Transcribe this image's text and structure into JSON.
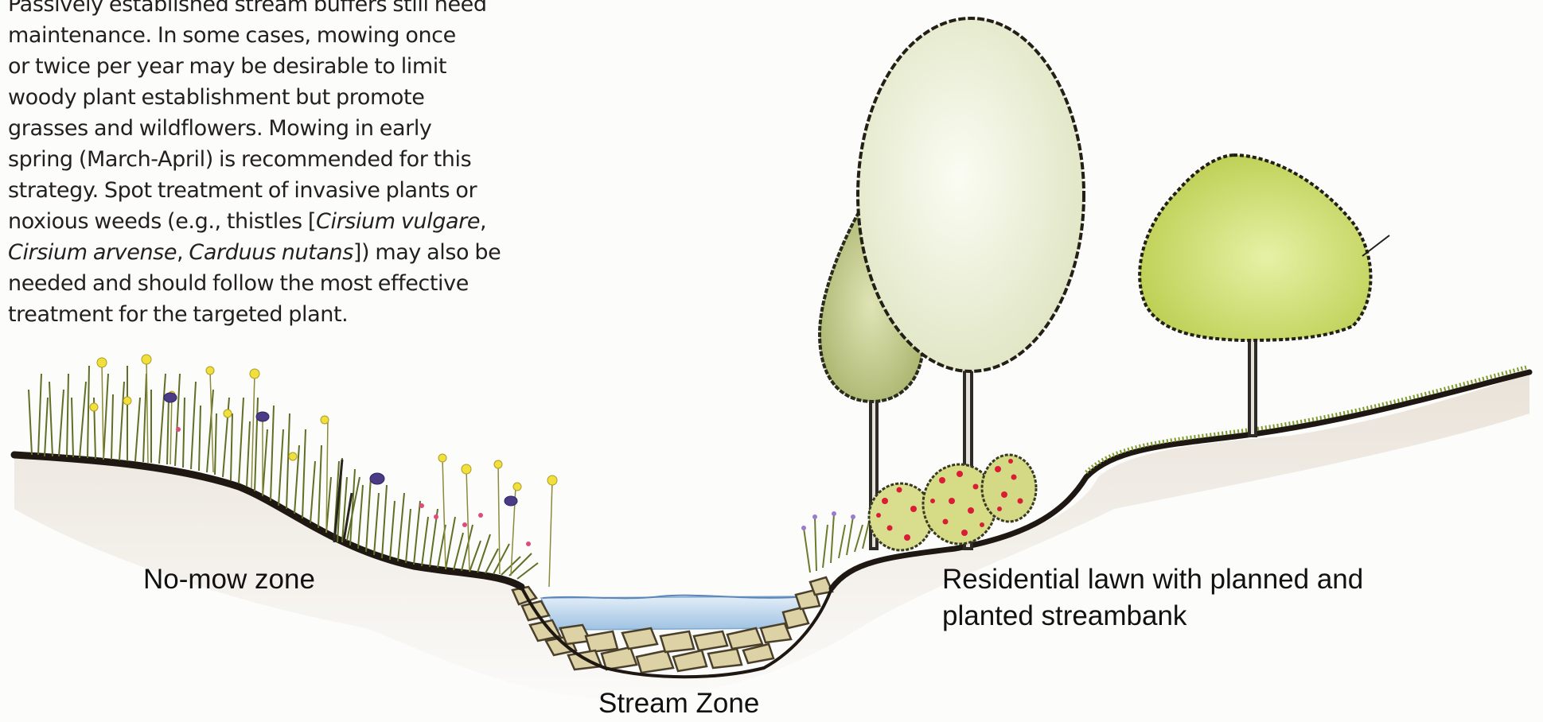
{
  "paragraph": {
    "line1": "Passively established stream buffers still need",
    "line2": "maintenance.  In some cases, mowing once",
    "line3": "or twice per year may be desirable to limit",
    "line4": "woody plant establishment but promote",
    "line5": "grasses and wildflowers. Mowing in early",
    "line6": "spring (March-April) is recommended for this",
    "line7": "strategy. Spot treatment of invasive plants or",
    "line8a": "noxious weeds (e.g., thistles [",
    "line8b": "Cirsium vulgare",
    "line8c": ",",
    "line9a": "Cirsium arvense",
    "line9b": ", ",
    "line9c": "Carduus nutans",
    "line9d": "]) may also be",
    "line10": "needed and should follow the most effective",
    "line11": "treatment for the targeted plant."
  },
  "labels": {
    "no_mow": "No-mow zone",
    "residential_line1": "Residential lawn with planned and",
    "residential_line2": "planted streambank",
    "stream": "Stream Zone"
  },
  "colors": {
    "ground_line": "#231a14",
    "soil": "#ece7e0",
    "water": "#c8ddef",
    "tree_pale": "#eef1dc",
    "tree_narrow": "#c9d29a",
    "tree_lime": "#d7e78a",
    "shrub": "#d9de8e",
    "shrub_flower": "#d81d35",
    "grass": "#6c7a2b",
    "flower_purple": "#4b3a86",
    "flower_yellow": "#f2e33a"
  }
}
